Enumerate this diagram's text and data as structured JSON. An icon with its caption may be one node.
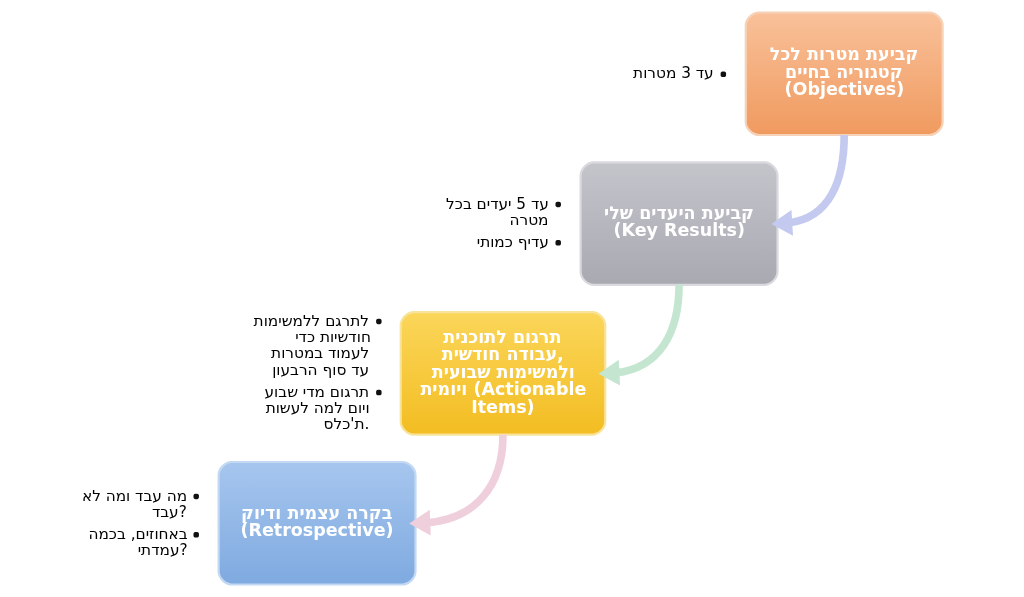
{
  "diagram": {
    "nodes": [
      {
        "text": [
          "קביעת מטרות לכל קטגוריה בחיים (Objectives)"
        ],
        "beside": [
          "עד 3 מטרות"
        ]
      },
      {
        "text": [
          "קביעת היעדים שלי (Key Results)"
        ],
        "beside": [
          "עד 5 יעדים בכל מטרה",
          "עדיף כמותי"
        ]
      },
      {
        "text": [
          "תרגום לתוכנית עבודה חודשית, ולמשימות שבועית ויומית (Actionable Items)"
        ],
        "beside": [
          "לתרגם ללמשימות חודשיות כדי לעמוד במטרות עד סוף הרבעון",
          "תרגום מדי שבוע ויום למה לעשות ת'כלס."
        ]
      },
      {
        "text": [
          "בקרה עצמית ודיוק (Retrospective)"
        ],
        "beside": [
          "מה עבד ומה לא עבד?",
          "באחוזים, בכמה עמדתי?"
        ]
      }
    ],
    "edges": [
      {
        "from": 0,
        "to": 1,
        "arrow": "to",
        "color": "#c3c9ef"
      },
      {
        "from": 1,
        "to": 2,
        "arrow": "to",
        "color": "#c4e6d0"
      },
      {
        "from": 2,
        "to": 3,
        "arrow": "to",
        "color": "#efcfdc"
      }
    ]
  }
}
